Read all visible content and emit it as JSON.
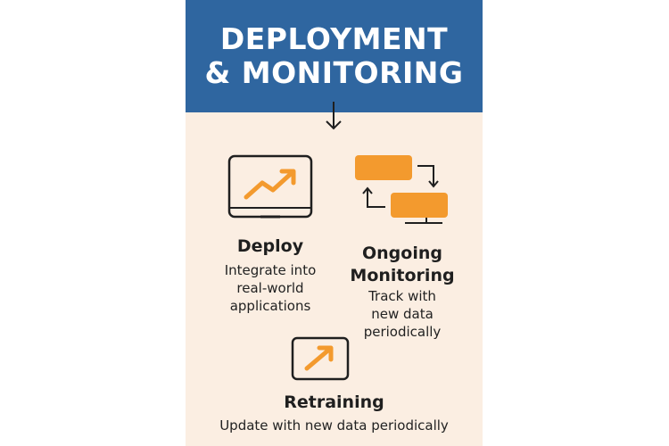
{
  "header": {
    "title_line1": "DEPLOYMENT",
    "title_line2": "& MONITORING"
  },
  "deploy": {
    "title": "Deploy",
    "desc_lines": [
      "Integrate into",
      "real-world",
      "applications"
    ],
    "icon": "laptop-trend-icon"
  },
  "monitoring": {
    "title_lines": [
      "Ongoing",
      "Monitoring"
    ],
    "desc_lines": [
      "Track with",
      "new data",
      "periodically"
    ],
    "icon": "cycle-blocks-icon"
  },
  "retraining": {
    "title": "Retraining",
    "desc": "Update with new data periodically",
    "icon": "window-arrow-icon"
  },
  "colors": {
    "banner": "#2f66a0",
    "background": "#fbeee2",
    "accent": "#f39a2e",
    "ink": "#1f1f1f"
  }
}
